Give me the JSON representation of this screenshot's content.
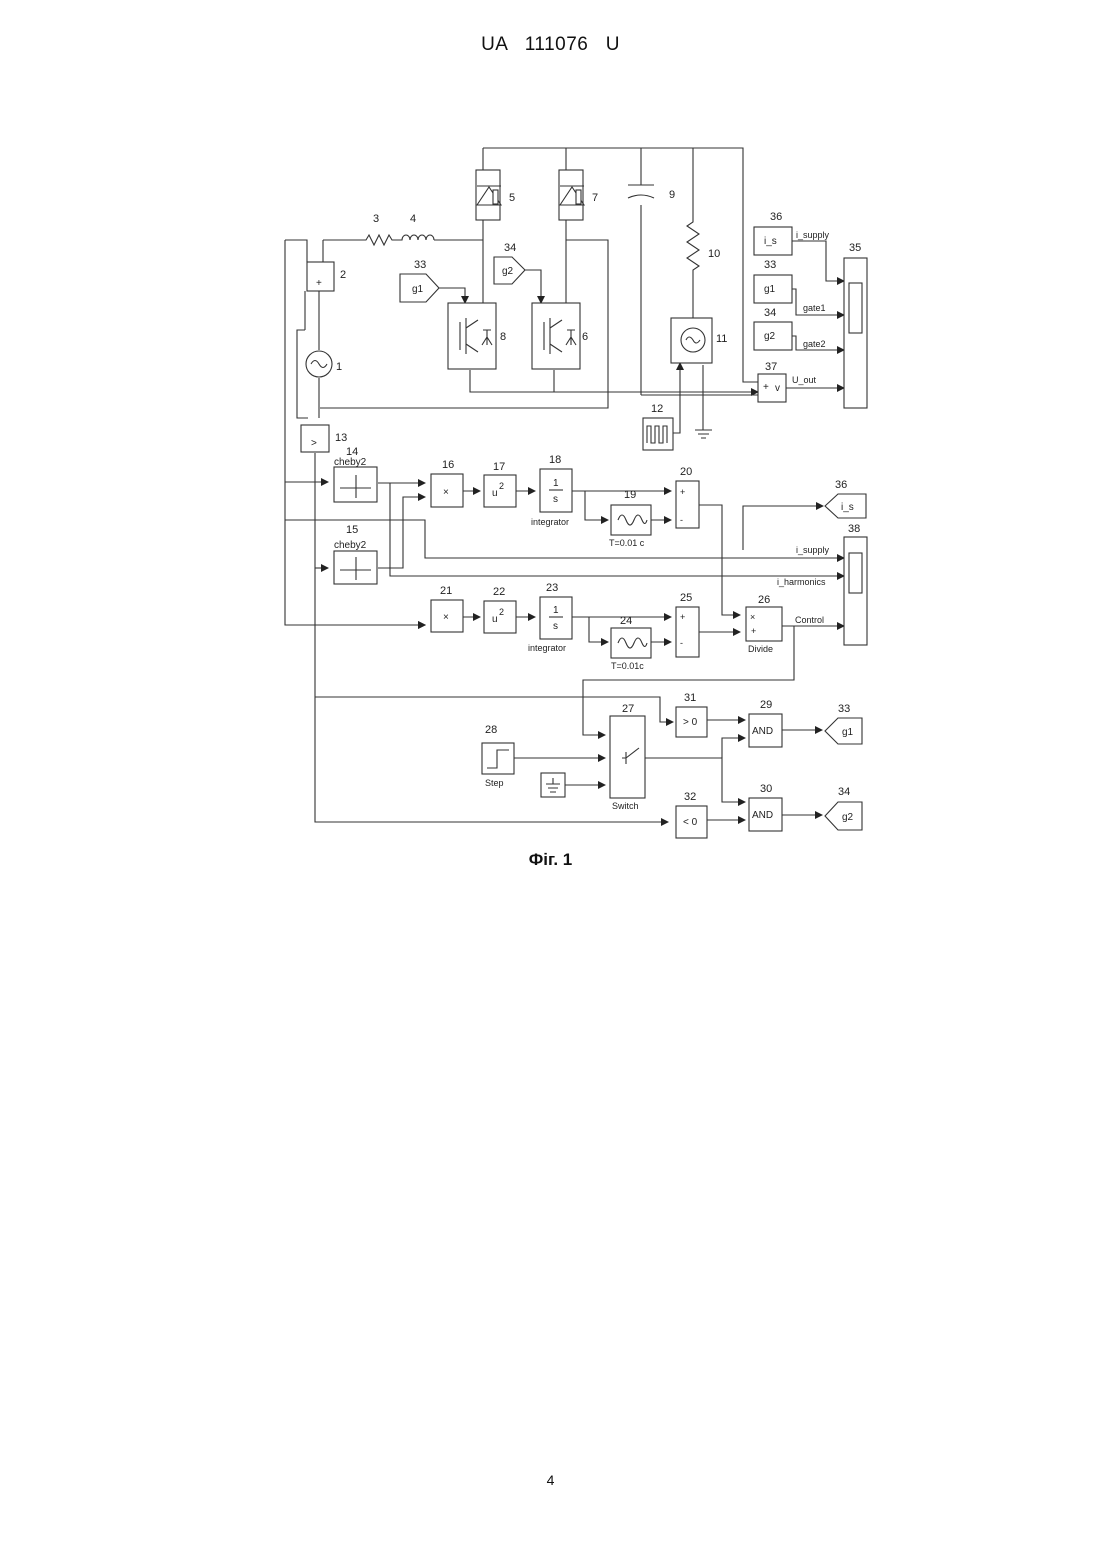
{
  "header": {
    "country": "UA",
    "number": "111076",
    "kind": "U"
  },
  "figure": {
    "caption": "Фіг. 1",
    "numbers": [
      "1",
      "2",
      "3",
      "4",
      "5",
      "6",
      "7",
      "8",
      "9",
      "10",
      "11",
      "12",
      "13",
      "14",
      "15",
      "16",
      "17",
      "18",
      "19",
      "20",
      "21",
      "22",
      "23",
      "24",
      "25",
      "26",
      "27",
      "28",
      "29",
      "30",
      "31",
      "32",
      "33",
      "33",
      "33",
      "34",
      "34",
      "34",
      "35",
      "36",
      "36",
      "37",
      "38"
    ],
    "block_text": {
      "g1": "g1",
      "g2": "g2",
      "i_s": "i_s",
      "cheby2": "cheby2",
      "u2": "u",
      "sup2": "2",
      "one": "1",
      "s": "s",
      "integrator": "integrator",
      "t_delay_a": "T=0.01 c",
      "t_delay_b": "T=0.01c",
      "divide": "Divide",
      "step": "Step",
      "switch": "Switch",
      "and": "AND",
      "gt0": "> 0",
      "lt0": "< 0",
      "plus": "+",
      "minus": "-",
      "times": "×",
      "gt": ">",
      "v": "v"
    },
    "signal_labels": {
      "i_supply": "i_supply",
      "gate1": "gate1",
      "gate2": "gate2",
      "u_out": "U_out",
      "i_harmonics": "i_harmonics",
      "control": "Control"
    }
  },
  "page": {
    "number": "4"
  }
}
